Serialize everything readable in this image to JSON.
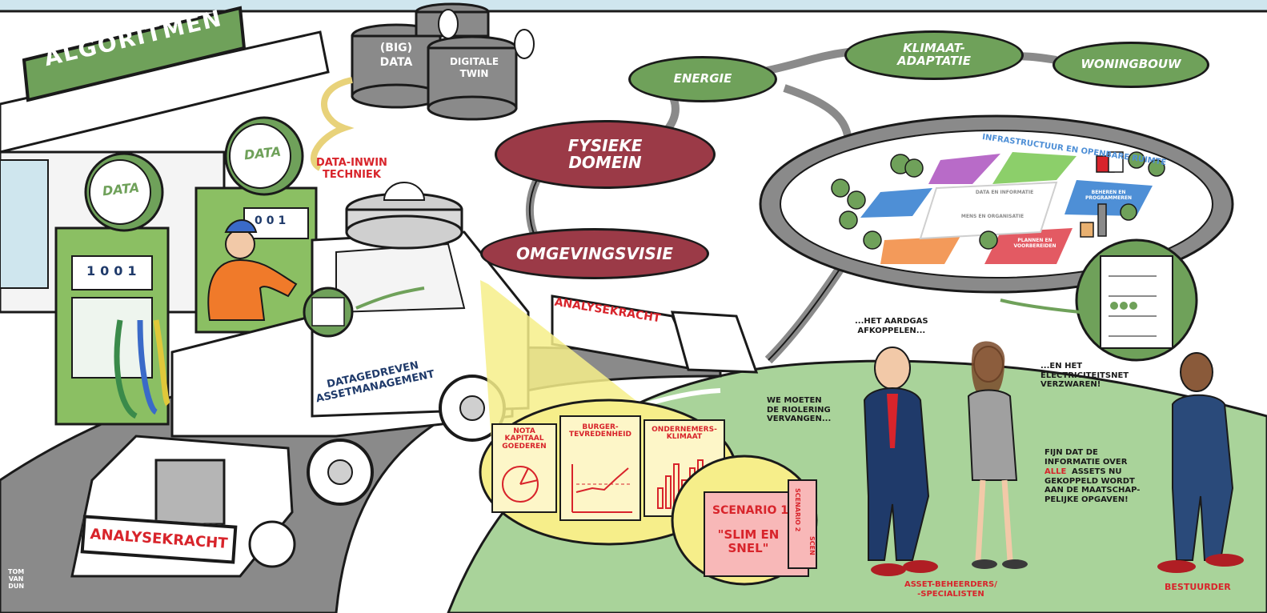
{
  "signage": {
    "algoritmen": "ALGORITMEN",
    "data_left": "DATA",
    "data_right": "DATA"
  },
  "pump_displays": {
    "left": "1001",
    "right": "001"
  },
  "storage": {
    "big_data": "(BIG)\nDATA",
    "digitale_twin": "DIGITALE\nTWIN"
  },
  "domains": {
    "energie": "ENERGIE",
    "klimaatadaptatie": "KLIMAAT-\nADAPTATIE",
    "woningbouw": "WONINGBOUW",
    "fysieke_domein": "FYSIEKE\nDOMEIN",
    "omgevingsvisie": "OMGEVINGSVISIE"
  },
  "truck": {
    "data_inwin": "DATA-INWIN\nTECHNIEK",
    "side_text": "DATAGEDREVEN\nASSETMANAGEMENT"
  },
  "trailers": {
    "front": "ANALYSEKRACHT",
    "rear": "ANALYSEKRACHT"
  },
  "zoom": {
    "col1": "NOTA\nKAPITAAL\nGOEDEREN",
    "col2": "BURGER-\nTEVREDENHEID",
    "col3": "ONDERNEMERS-\nKLIMAAT",
    "scenario_title": "SCENARIO 1",
    "scenario_subtitle": "\"SLIM EN\nSNEL\"",
    "scenario_back": "SCENARIO 2",
    "scenario_back2": "SCEN"
  },
  "city": {
    "ring_title": "INFRASTRUCTUUR EN OPENBARE RUIMTE",
    "segments": [
      {
        "label": "",
        "color": "#b86bc8"
      },
      {
        "label": "",
        "color": "#8ccf6a"
      },
      {
        "label": "",
        "color": "#4e8fd6"
      },
      {
        "label": "BEHEREN EN\nPROGRAMMEREN",
        "color": "#4e8fd6"
      },
      {
        "label": "PLANNEN EN\nVOORBEREIDEN",
        "color": "#e35a63"
      },
      {
        "label": "",
        "color": "#f39a5a"
      }
    ],
    "center_top": "DATA EN INFORMATIE",
    "center_mid": "MENS EN ORGANISATIE"
  },
  "speech": {
    "aardgas": "...HET AARDGAS\nAFKOPPELEN...",
    "riolering": "WE MOETEN\nDE RIOLERING\nVERVANGEN...",
    "electriciteit": "...EN HET\nELECTRICITEITSNET\nVERZWAREN!",
    "fijn_1": "FIJN DAT DE\nINFORMATIE OVER",
    "fijn_alle": "ALLE",
    "fijn_2": "ASSETS NU\nGEKOPPELD WORDT\nAAN DE MAATSCHAP-\nPELIJKE OPGAVEN!"
  },
  "captions": {
    "asset": "ASSET-BEHEERDERS/\n-SPECIALISTEN",
    "bestuurder": "BESTUURDER"
  },
  "signature": "TOM\nVAN\nDUN",
  "colors": {
    "green": "#6fa15a",
    "wine": "#9b3a47",
    "red_text": "#d8242b",
    "yellow": "#f3e27a",
    "sky": "#e8f4f8",
    "grass": "#a9d39a"
  }
}
